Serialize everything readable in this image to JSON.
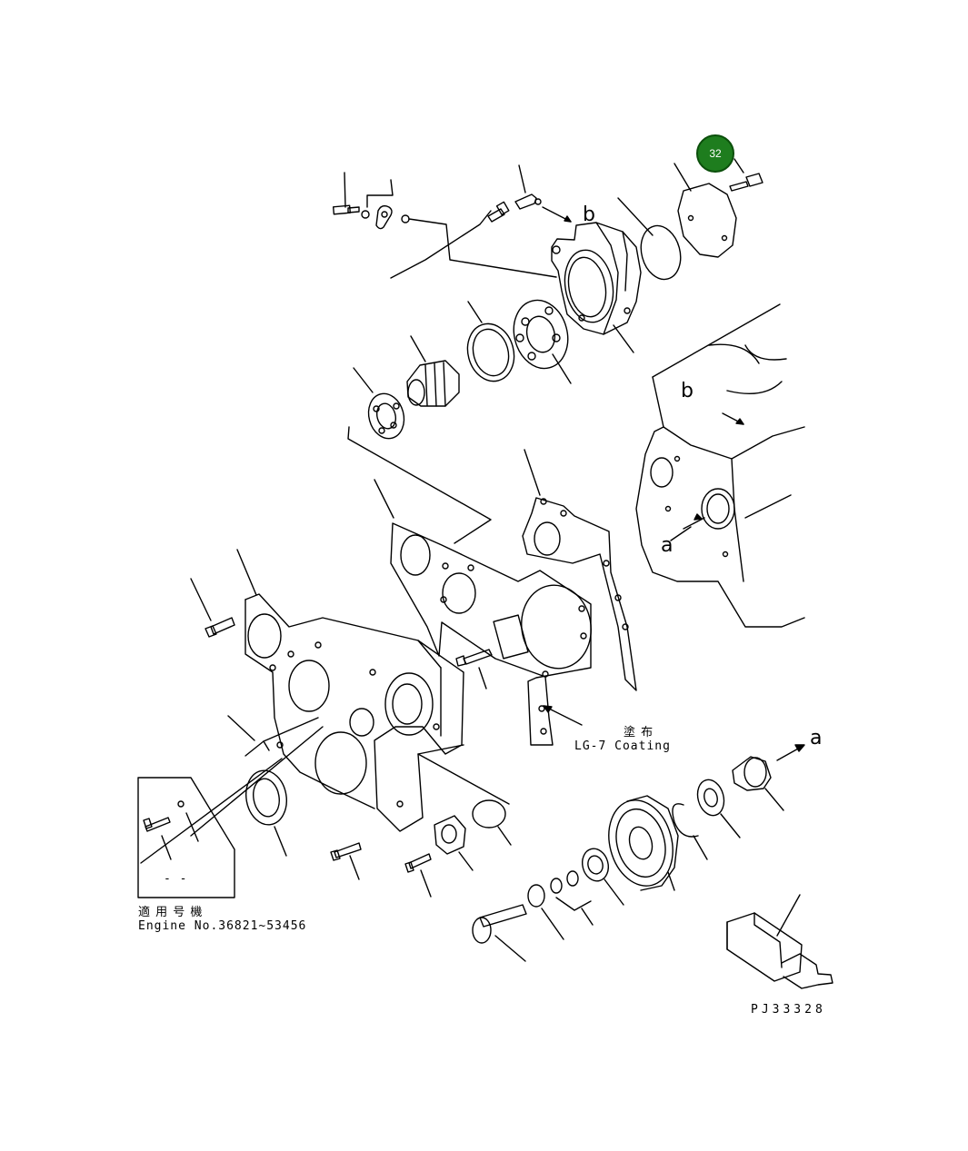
{
  "callout": {
    "number": "32",
    "color": "#1e7d1e"
  },
  "labels": {
    "arrow_b_top": "b",
    "arrow_b_block": "b",
    "arrow_a_block": "a",
    "arrow_a_right": "a",
    "coating_jp": "塗 布",
    "coating_en": "LG-7 Coating",
    "applicable_jp": "適 用 号 機",
    "engine_no": "Engine No.36821~53456",
    "dash_box": "- -",
    "drawing_id": "PJ33328"
  }
}
